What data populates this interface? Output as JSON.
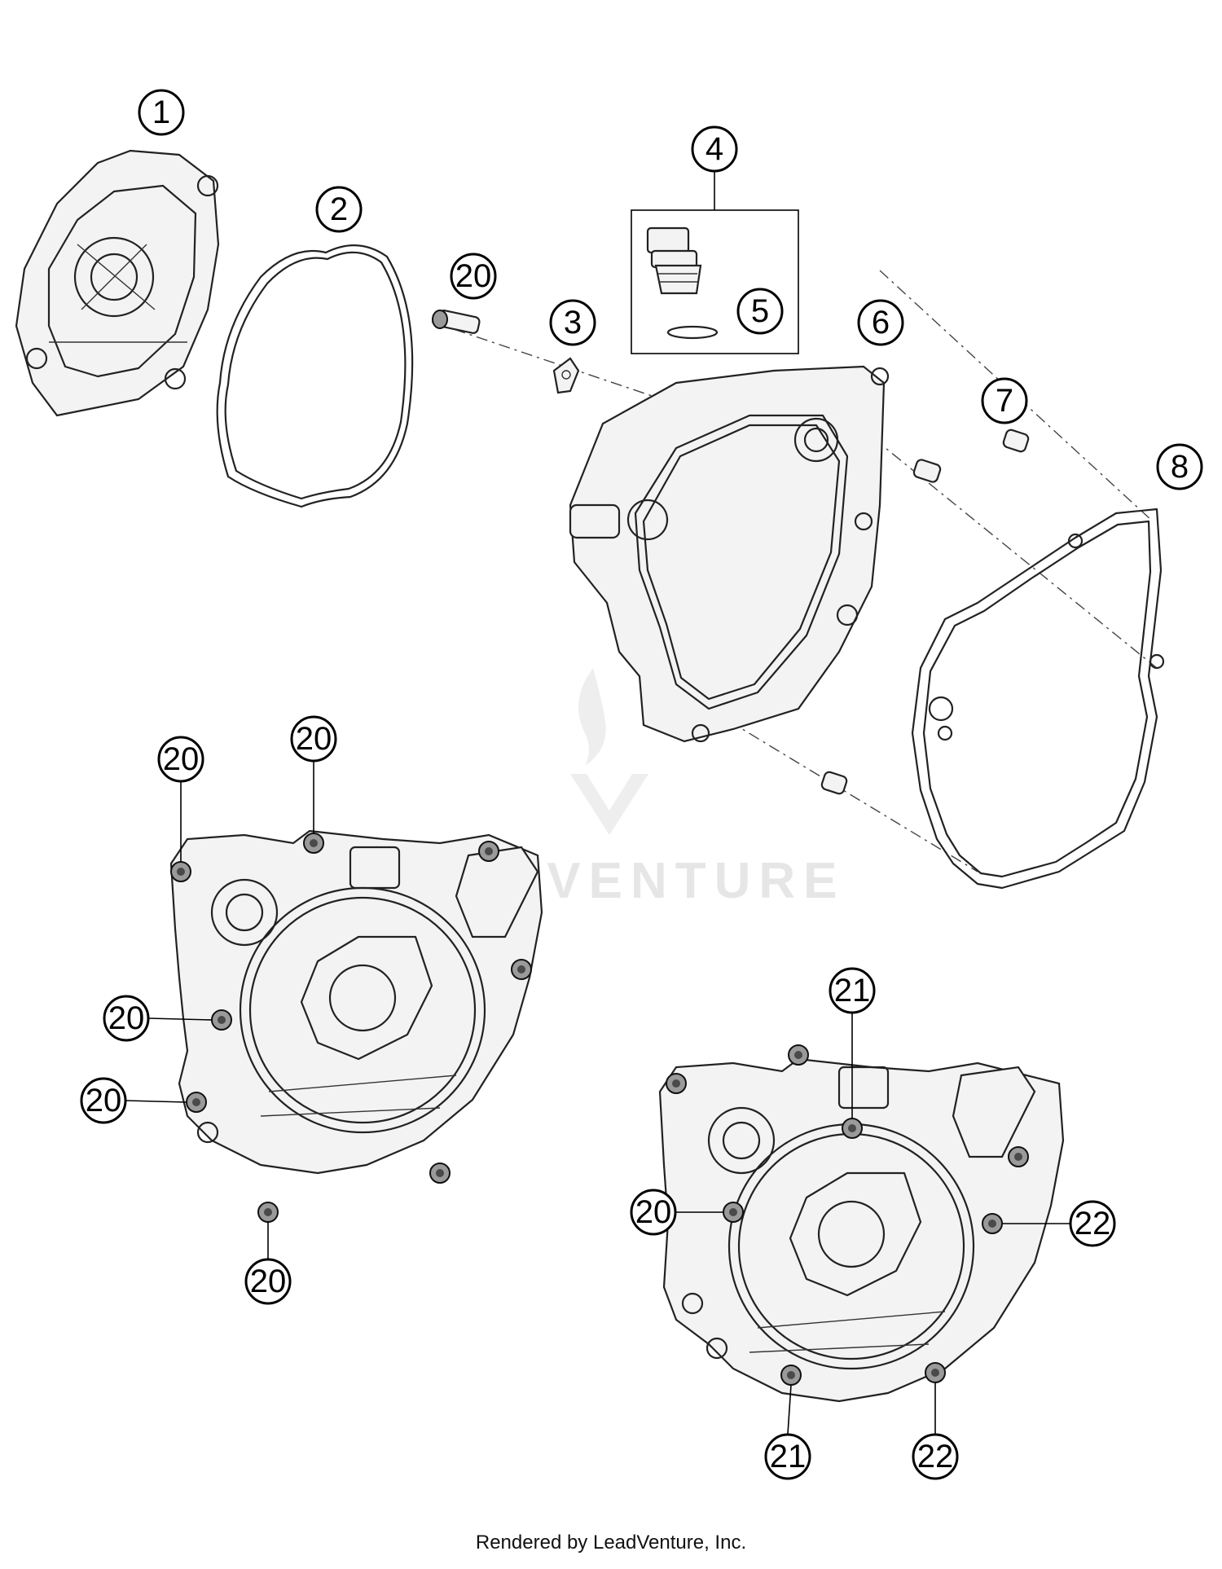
{
  "callouts": [
    "1",
    "2",
    "3",
    "4",
    "5",
    "6",
    "7",
    "8",
    "20",
    "20",
    "20",
    "20",
    "20",
    "20",
    "20",
    "21",
    "21",
    "22",
    "22"
  ],
  "watermark": "LEADVENTURE",
  "footer": "Rendered by LeadVenture, Inc."
}
